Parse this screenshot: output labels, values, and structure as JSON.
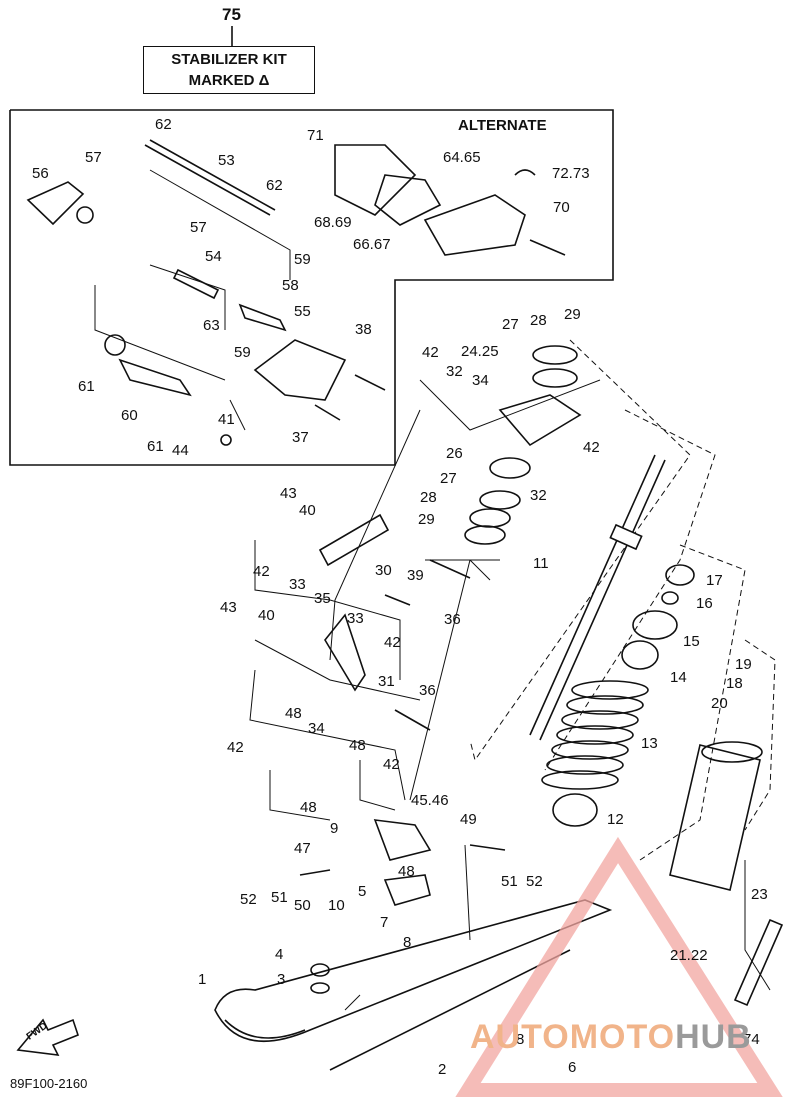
{
  "kit": {
    "number": "75",
    "line1": "STABILIZER KIT",
    "line2": "MARKED Δ"
  },
  "alternate_label": "ALTERNATE",
  "diagram_code": "89F100-2160",
  "fwd_label": "FWD",
  "watermark": {
    "part1": "AUTOMOTO",
    "part2": "HUB"
  },
  "callouts": {
    "c62a": "62",
    "c57a": "57",
    "c53": "53",
    "c56": "56",
    "c62b": "62",
    "c57b": "57",
    "c54": "54",
    "c59a": "59",
    "c58": "58",
    "c63": "63",
    "c55": "55",
    "c38": "38",
    "c59b": "59",
    "c61a": "61",
    "c60": "60",
    "c61b": "61",
    "c44": "44",
    "c41": "41",
    "c37": "37",
    "c71": "71",
    "c6465": "64.65",
    "c7273": "72.73",
    "c6869": "68.69",
    "c6667": "66.67",
    "c70": "70",
    "c27a": "27",
    "c28a": "28",
    "c29a": "29",
    "c42a": "42",
    "c32a": "32",
    "c34a": "34",
    "c2425": "24.25",
    "c42b": "42",
    "c26": "26",
    "c27b": "27",
    "c28b": "28",
    "c29b": "29",
    "c32b": "32",
    "c43a": "43",
    "c40a": "40",
    "c30": "30",
    "c39": "39",
    "c36a": "36",
    "c42c": "42",
    "c33a": "33",
    "c35": "35",
    "c43b": "43",
    "c40b": "40",
    "c33b": "33",
    "c42d": "42",
    "c31": "31",
    "c36b": "36",
    "c42e": "42",
    "c48a": "48",
    "c34b": "34",
    "c48b": "48",
    "c42f": "42",
    "c48c": "48",
    "c9": "9",
    "c4546": "45.46",
    "c49": "49",
    "c47": "47",
    "c48d": "48",
    "c51a": "51",
    "c52a": "52",
    "c52b": "52",
    "c51b": "51",
    "c50": "50",
    "c5": "5",
    "c10": "10",
    "c7": "7",
    "c8a": "8",
    "c4": "4",
    "c3": "3",
    "c1": "1",
    "c2": "2",
    "c8b": "8",
    "c6": "6",
    "c74": "74",
    "c2122": "21.22",
    "c23": "23",
    "c11": "11",
    "c17": "17",
    "c16": "16",
    "c15": "15",
    "c14": "14",
    "c13": "13",
    "c12": "12",
    "c19": "19",
    "c18": "18",
    "c20": "20"
  }
}
